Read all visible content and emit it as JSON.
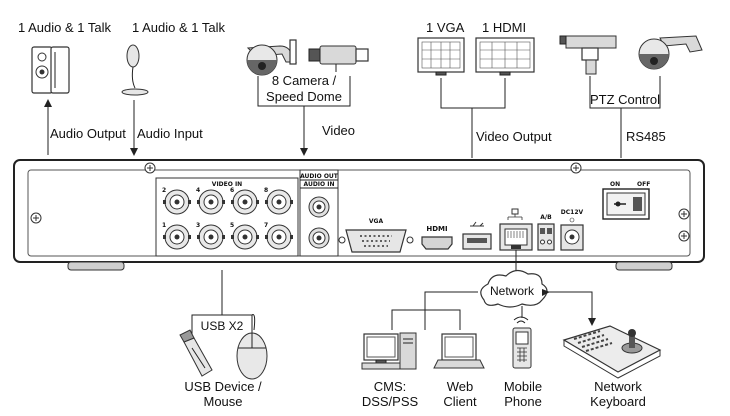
{
  "top_labels": {
    "audio_talk_left": "1 Audio  & 1 Talk",
    "audio_talk_mid": "1 Audio & 1 Talk",
    "camera_line1": "8 Camera /",
    "camera_line2": "Speed Dome",
    "vga": "1 VGA",
    "hdmi": "1 HDMI",
    "ptz_control": "PTZ Control"
  },
  "connection_labels": {
    "audio_output": "Audio  Output",
    "audio_input": "Audio  Input",
    "video": "Video",
    "video_output": "Video Output",
    "rs485": "RS485"
  },
  "panel": {
    "video_in": "VIDEO IN",
    "audio_out": "AUDIO OUT",
    "audio_in": "AUDIO IN",
    "vga": "VGA",
    "hdmi": "HDMI",
    "ab": "A/B",
    "dc": "DC12V",
    "on": "ON",
    "off": "OFF",
    "bnc_numbers_top": [
      "2",
      "4",
      "6",
      "8"
    ],
    "bnc_numbers_bottom": [
      "1",
      "3",
      "5",
      "7"
    ]
  },
  "bottom": {
    "usb_x2": "USB X2",
    "usb_device_line1": "USB Device /",
    "usb_device_line2": "Mouse",
    "network": "Network",
    "cms_line1": "CMS:",
    "cms_line2": "DSS/PSS",
    "web_line1": "Web",
    "web_line2": "Client",
    "mobile_line1": "Mobile",
    "mobile_line2": "Phone",
    "keyboard_line1": "Network",
    "keyboard_line2": "Keyboard"
  }
}
